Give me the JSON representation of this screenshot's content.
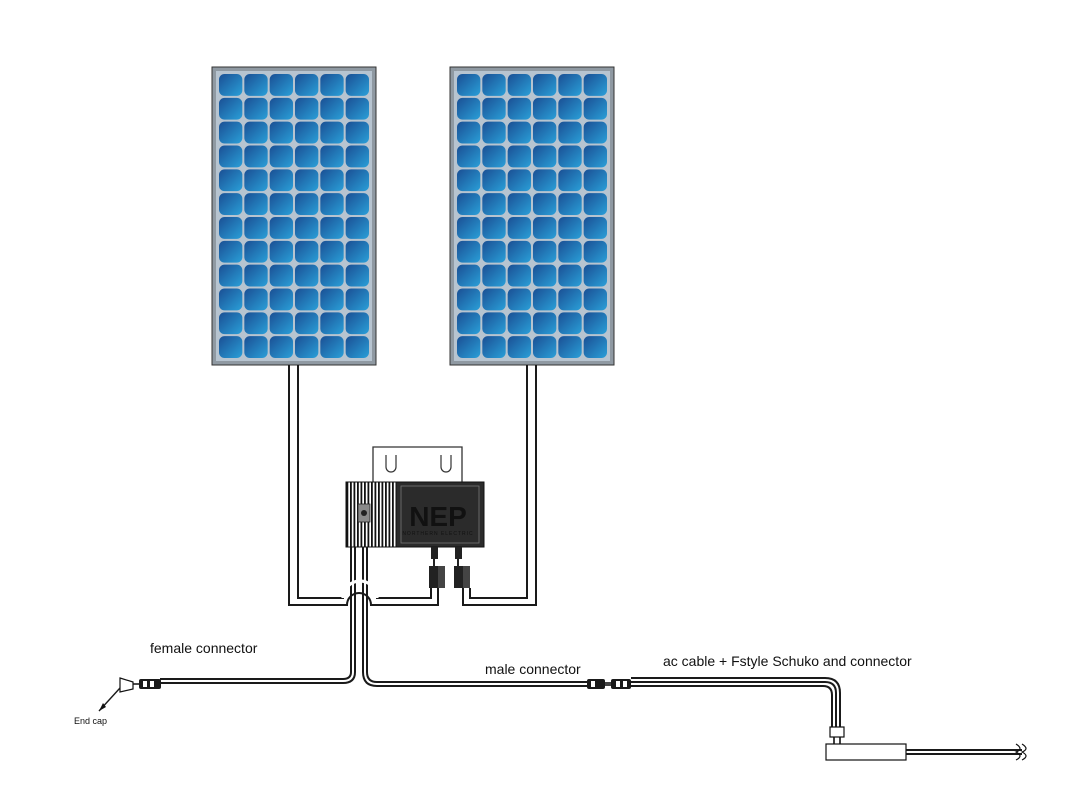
{
  "labels": {
    "female_connector": "female connector",
    "male_connector": "male connector",
    "ac_cable": "ac cable +  Fstyle Schuko  and connector",
    "end_cap": "End cap"
  },
  "inverter": {
    "brand": "NEP",
    "brand_subtitle": "NORTHERN ELECTRIC"
  },
  "panels": {
    "rows": 12,
    "cols": 6,
    "count": 2
  },
  "colors": {
    "panel_frame": "#8f99a2",
    "panel_backsheet": "#b7c4d0",
    "cell_dark": "#1a4f94",
    "cell_light": "#2a9fd8",
    "inverter_body": "#2b2b2b",
    "brand_red": "#d8322c"
  },
  "icons": {
    "plug": "schuko-plug-icon",
    "cable_break": "cable-break-icon",
    "connector": "mc4-connector-icon"
  }
}
